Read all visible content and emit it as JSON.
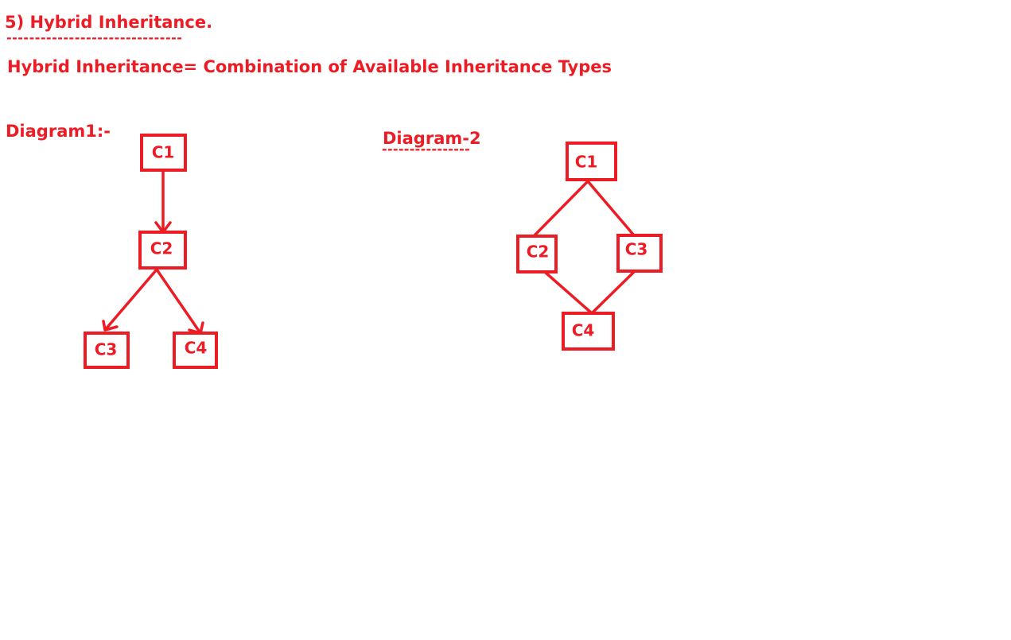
{
  "heading": "5) Hybrid Inheritance.",
  "heading_underline": "-------------------------------",
  "definition": "Hybrid Inheritance= Combination of Available Inheritance Types",
  "colors": {
    "accent": "#ed1c24",
    "background": "#ffffff"
  },
  "diagram1": {
    "label": "Diagram1:-",
    "nodes": {
      "c1": "C1",
      "c2": "C2",
      "c3": "C3",
      "c4": "C4"
    },
    "edges": [
      {
        "from": "C1",
        "to": "C2",
        "arrow": true
      },
      {
        "from": "C2",
        "to": "C3",
        "arrow": true
      },
      {
        "from": "C2",
        "to": "C4",
        "arrow": true
      }
    ]
  },
  "diagram2": {
    "label": "Diagram-2",
    "label_underline": "----------------",
    "nodes": {
      "c1": "C1",
      "c2": "C2",
      "c3": "C3",
      "c4": "C4"
    },
    "edges": [
      {
        "from": "C1",
        "to": "C2",
        "arrow": false
      },
      {
        "from": "C1",
        "to": "C3",
        "arrow": false
      },
      {
        "from": "C2",
        "to": "C4",
        "arrow": false
      },
      {
        "from": "C3",
        "to": "C4",
        "arrow": false
      }
    ]
  }
}
